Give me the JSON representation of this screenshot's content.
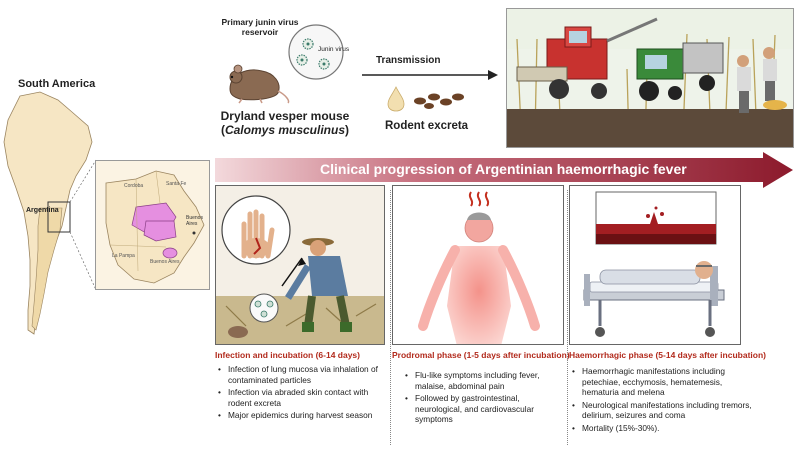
{
  "map": {
    "continent_label": "South America",
    "country_label": "Argentina",
    "provinces": [
      "Cordoba",
      "Santa Fe",
      "Buenos Aires",
      "La Pampa",
      "Buenos Aires"
    ]
  },
  "reservoir": {
    "title": "Primary junin virus reservoir",
    "virus_label": "Junin virus",
    "mouse_name": "Dryland vesper mouse",
    "mouse_species": "Calomys musculinus"
  },
  "transmission": {
    "arrow_label": "Transmission",
    "excreta_label": "Rodent excreta"
  },
  "banner": {
    "title": "Clinical progression of Argentinian haemorrhagic fever"
  },
  "phases": [
    {
      "title": "Infection and incubation (6-14 days)",
      "bullets": [
        "Infection of lung mucosa via inhalation of contaminated particles",
        "Infection via abraded skin contact with rodent excreta",
        "Major epidemics during harvest season"
      ]
    },
    {
      "title": "Prodromal phase (1-5 days after incubation)",
      "bullets": [
        "Flu-like symptoms including fever, malaise, abdominal pain",
        "Followed by gastrointestinal, neurological, and cardiovascular symptoms"
      ]
    },
    {
      "title": "Haemorrhagic phase (5-14 days after incubation)",
      "bullets": [
        "Haemorrhagic manifestations including petechiae, ecchymosis, hematemesis, hematuria and melena",
        "Neurological manifestations including tremors, delirium, seizures and coma",
        "Mortality (15%-30%)."
      ]
    }
  ],
  "colors": {
    "banner_start": "#f3d9dc",
    "banner_end": "#8c1a2c",
    "phase_title": "#b22a1c",
    "map_land": "#f6e6c4",
    "map_highlight": "#e58fe0",
    "body_pink": "#f7b1ab"
  }
}
